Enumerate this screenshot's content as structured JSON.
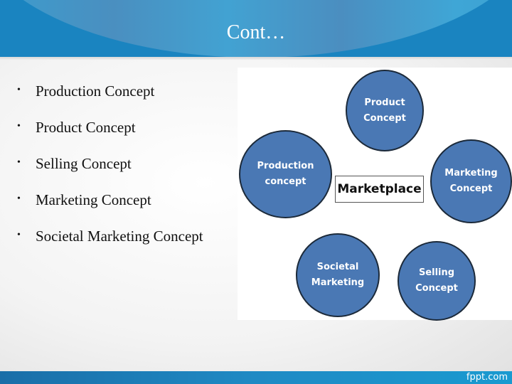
{
  "slide": {
    "title": "Cont…"
  },
  "bullets": [
    "Production Concept",
    "Product Concept",
    "Selling Concept",
    "Marketing Concept",
    "Societal Marketing Concept"
  ],
  "bullet_symbol": "•",
  "diagram": {
    "center": "Marketplace",
    "circles": [
      {
        "line1": "Product",
        "line2": "Concept"
      },
      {
        "line1": "Production",
        "line2": "concept"
      },
      {
        "line1": "Marketing",
        "line2": "Concept"
      },
      {
        "line1": "Societal",
        "line2": "Marketing"
      },
      {
        "line1": "Selling",
        "line2": "Concept"
      }
    ],
    "circle_color": "#4a78b4"
  },
  "footer": {
    "brand": "fppt.com"
  }
}
